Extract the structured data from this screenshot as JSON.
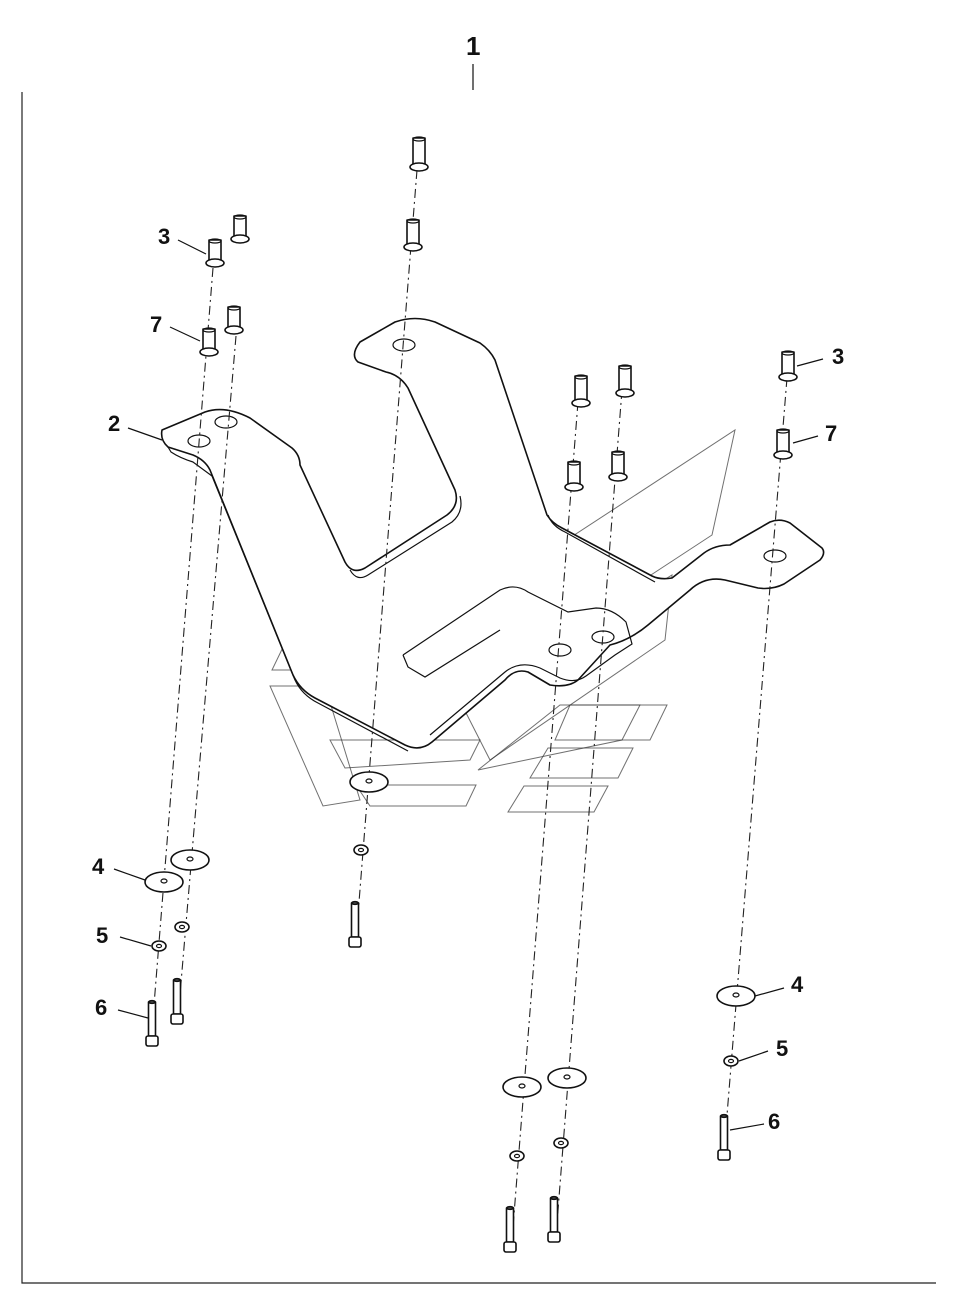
{
  "title_number": "1",
  "callouts": {
    "c2": "2",
    "c3_left": "3",
    "c7_left": "7",
    "c3_right": "3",
    "c7_right": "7",
    "c4_left": "4",
    "c5_left": "5",
    "c6_left": "6",
    "c4_right": "4",
    "c5_right": "5",
    "c6_right": "6"
  }
}
